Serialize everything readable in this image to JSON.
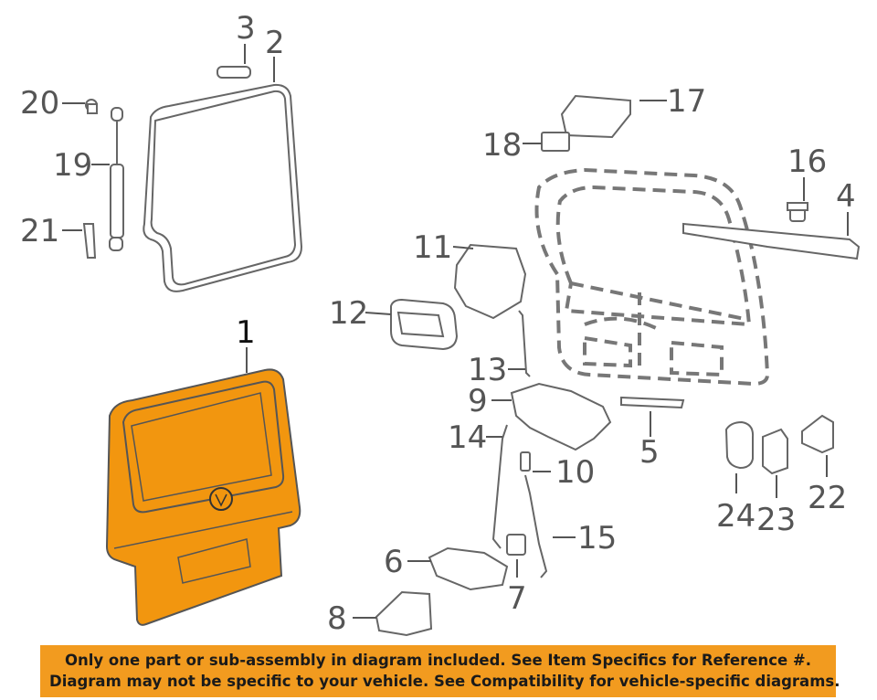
{
  "callouts": {
    "c1": "1",
    "c2": "2",
    "c3": "3",
    "c4": "4",
    "c5": "5",
    "c6": "6",
    "c7": "7",
    "c8": "8",
    "c9": "9",
    "c10": "10",
    "c11": "11",
    "c12": "12",
    "c13": "13",
    "c14": "14",
    "c15": "15",
    "c16": "16",
    "c17": "17",
    "c18": "18",
    "c19": "19",
    "c20": "20",
    "c21": "21",
    "c22": "22",
    "c23": "23",
    "c24": "24"
  },
  "notice": {
    "line1": "Only one part or sub-assembly in diagram included. See Item Specifics for Reference #.",
    "line2": "Diagram may not be specific to your vehicle. See Compatibility for vehicle-specific diagrams."
  },
  "colors": {
    "highlight": "#f29b1f",
    "panel": "#f2960f",
    "line": "#666666"
  }
}
